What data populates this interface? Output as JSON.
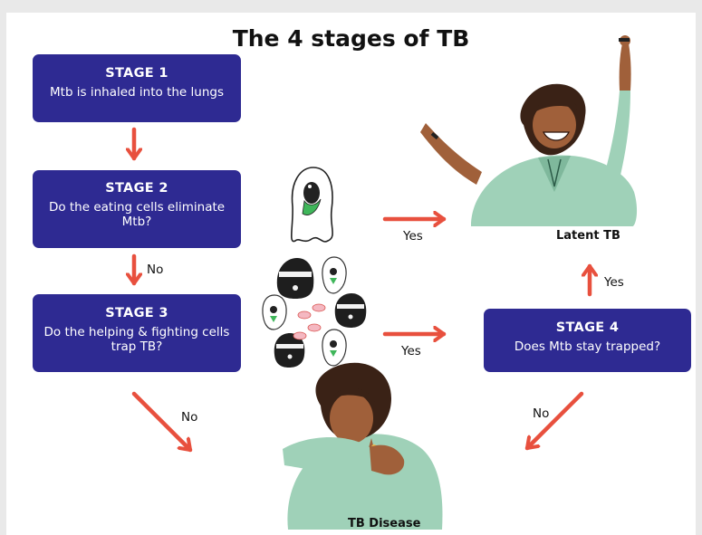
{
  "title": "The 4 stages of TB",
  "stages": [
    {
      "title": "STAGE 1",
      "text": "Mtb is inhaled into the lungs"
    },
    {
      "title": "STAGE 2",
      "text": "Do the eating cells eliminate Mtb?"
    },
    {
      "title": "STAGE 3",
      "text": "Do the helping & fighting cells trap TB?"
    },
    {
      "title": "STAGE 4",
      "text": "Does Mtb stay trapped?"
    }
  ],
  "labels": {
    "no_stage2": "No",
    "no_stage3": "No",
    "no_stage4": "No",
    "yes_cell": "Yes",
    "yes_cluster": "Yes",
    "yes_stage4": "Yes"
  },
  "outcomes": {
    "latent": "Latent TB",
    "disease": "TB Disease"
  },
  "colors": {
    "stage_box": "#2e2a92",
    "arrow": "#e8503e",
    "skin": "#a0603a",
    "hair": "#3a2216",
    "sweater": "#9fd1b8"
  }
}
